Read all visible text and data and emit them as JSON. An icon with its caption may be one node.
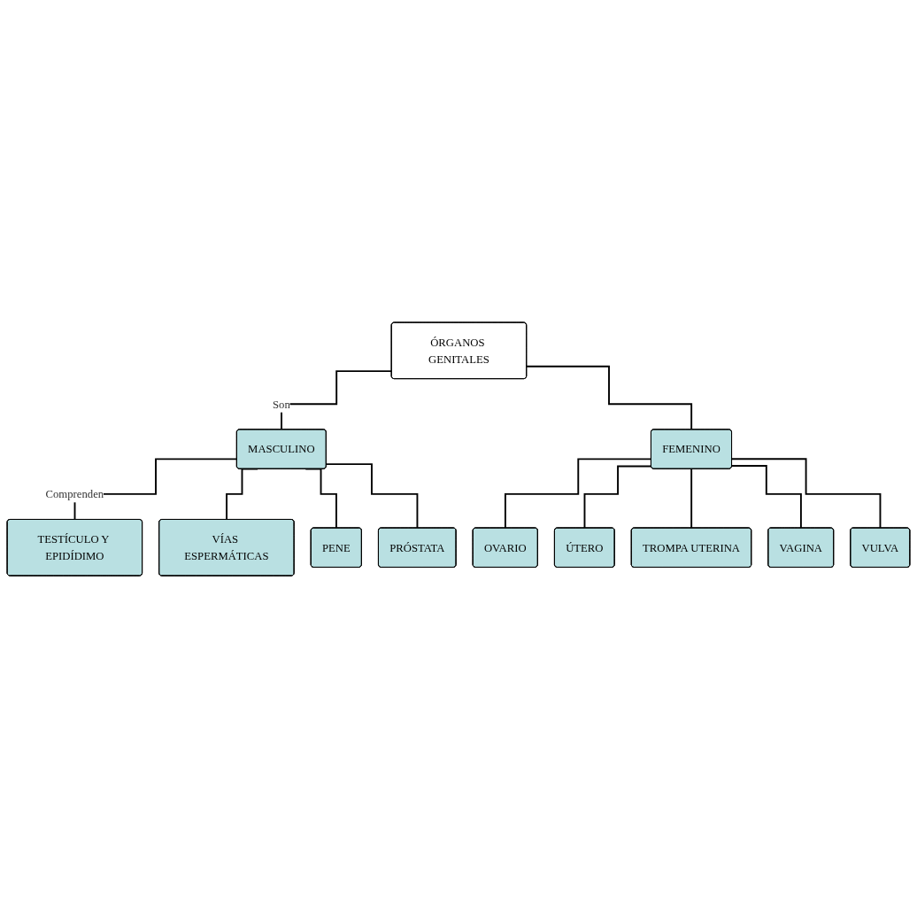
{
  "diagram": {
    "nodes": [
      {
        "text": [
          "ÓRGANOS GENITALES"
        ]
      },
      {
        "text": [
          "MASCULINO"
        ]
      },
      {
        "text": [
          "FEMENINO"
        ]
      },
      {
        "text": [
          "TESTÍCULO Y EPIDÍDIMO"
        ]
      },
      {
        "text": [
          "VÍAS ESPERMÁTICAS"
        ]
      },
      {
        "text": [
          "PENE"
        ]
      },
      {
        "text": [
          "PRÓSTATA"
        ]
      },
      {
        "text": [
          "OVARIO"
        ]
      },
      {
        "text": [
          "ÚTERO"
        ]
      },
      {
        "text": [
          "TROMPA UTERINA"
        ]
      },
      {
        "text": [
          "VAGINA"
        ]
      },
      {
        "text": [
          "VULVA"
        ]
      }
    ],
    "edges": [
      {
        "from": 0,
        "to": 1,
        "arrow": "none",
        "label": "Son"
      },
      {
        "from": 0,
        "to": 2,
        "arrow": "none"
      },
      {
        "from": 1,
        "to": 3,
        "arrow": "none",
        "label": "Comprenden"
      },
      {
        "from": 1,
        "to": 4,
        "arrow": "none"
      },
      {
        "from": 1,
        "to": 5,
        "arrow": "none"
      },
      {
        "from": 1,
        "to": 6,
        "arrow": "none"
      },
      {
        "from": 2,
        "to": 7,
        "arrow": "none"
      },
      {
        "from": 2,
        "to": 8,
        "arrow": "none"
      },
      {
        "from": 2,
        "to": 9,
        "arrow": "none"
      },
      {
        "from": 2,
        "to": 10,
        "arrow": "none"
      },
      {
        "from": 2,
        "to": 11,
        "arrow": "none"
      }
    ]
  }
}
